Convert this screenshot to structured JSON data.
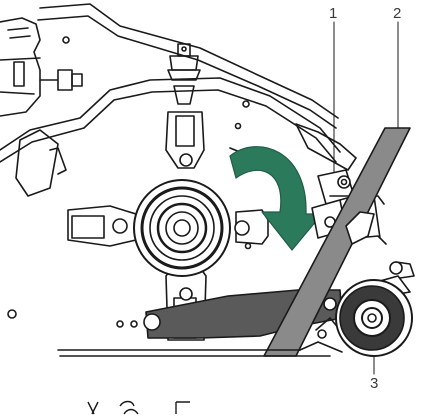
{
  "callouts": [
    {
      "id": "1",
      "label": "1"
    },
    {
      "id": "2",
      "label": "2"
    },
    {
      "id": "3",
      "label": "3"
    }
  ],
  "colors": {
    "line": "#1a1a1a",
    "arrow": "#2c7a5c",
    "blade": "#8a8a8a",
    "arm": "#5a5a5a",
    "part_fill": "#ffffff"
  },
  "icons": {
    "rotation_arrow": "curved-arrow-icon"
  }
}
